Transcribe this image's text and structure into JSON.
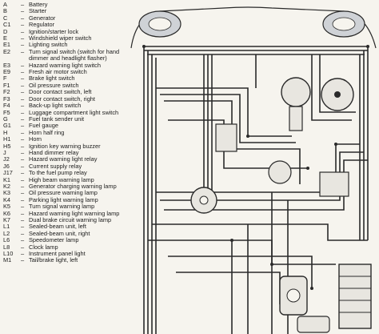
{
  "legend": [
    {
      "code": "A",
      "label": "Battery"
    },
    {
      "code": "B",
      "label": "Starter"
    },
    {
      "code": "C",
      "label": "Generator"
    },
    {
      "code": "C1",
      "label": "Regulator"
    },
    {
      "code": "D",
      "label": "Ignition/starter lock"
    },
    {
      "code": "E",
      "label": "Windshield wiper switch"
    },
    {
      "code": "E1",
      "label": "Lighting switch"
    },
    {
      "code": "E2",
      "label": "Turn signal switch (switch for hand dimmer and headlight flasher)"
    },
    {
      "code": "E3",
      "label": "Hazard warning light switch"
    },
    {
      "code": "E9",
      "label": "Fresh air motor switch"
    },
    {
      "code": "F",
      "label": "Brake light switch"
    },
    {
      "code": "F1",
      "label": "Oil pressure switch"
    },
    {
      "code": "F2",
      "label": "Door contact switch, left"
    },
    {
      "code": "F3",
      "label": "Door contact switch, right"
    },
    {
      "code": "F4",
      "label": "Back-up light switch"
    },
    {
      "code": "F5",
      "label": "Luggage compartment light switch"
    },
    {
      "code": "G",
      "label": "Fuel tank sender unit"
    },
    {
      "code": "G1",
      "label": "Fuel gauge"
    },
    {
      "code": "H",
      "label": "Horn half ring"
    },
    {
      "code": "H1",
      "label": "Horn"
    },
    {
      "code": "H5",
      "label": "Ignition key warning buzzer"
    },
    {
      "code": "J",
      "label": "Hand dimmer relay"
    },
    {
      "code": "J2",
      "label": "Hazard warning light relay"
    },
    {
      "code": "J6",
      "label": "Current supply relay"
    },
    {
      "code": "J17",
      "label": "To the fuel pump relay"
    },
    {
      "code": "K1",
      "label": "High beam warning lamp"
    },
    {
      "code": "K2",
      "label": "Generator charging warning lamp"
    },
    {
      "code": "K3",
      "label": "Oil pressure warning lamp"
    },
    {
      "code": "K4",
      "label": "Parking light warning lamp"
    },
    {
      "code": "K5",
      "label": "Turn signal warning lamp"
    },
    {
      "code": "K6",
      "label": "Hazard warning light warning lamp"
    },
    {
      "code": "K7",
      "label": "Dual brake circuit warning lamp"
    },
    {
      "code": "L1",
      "label": "Sealed-beam unit, left"
    },
    {
      "code": "L2",
      "label": "Sealed-beam unit, right"
    },
    {
      "code": "L6",
      "label": "Speedometer lamp"
    },
    {
      "code": "L8",
      "label": "Clock lamp"
    },
    {
      "code": "L10",
      "label": "Instrument panel light"
    },
    {
      "code": "M1",
      "label": "Tail/brake light, left"
    }
  ],
  "colors": {
    "wire": "#2a2a2a",
    "paper": "#f6f4ee",
    "headlamp": "#cfd2d6",
    "component": "#e8e6e0"
  }
}
